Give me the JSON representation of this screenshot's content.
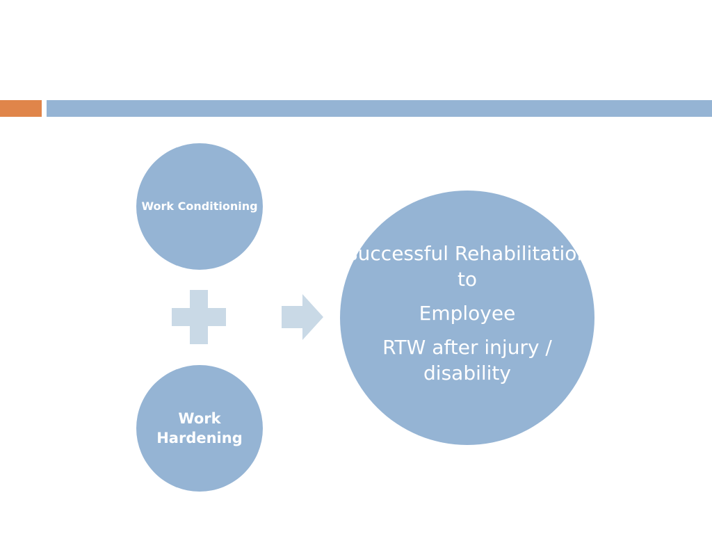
{
  "colors": {
    "accent_bar": "#E0854A",
    "header_bar": "#95B4D4",
    "circle_fill": "#95B4D4",
    "connector_fill": "#C9D9E6",
    "text": "#FFFFFF",
    "background": "#FFFFFF"
  },
  "nodes": {
    "work_conditioning": "Work Conditioning",
    "work_hardening": {
      "line1": "Work",
      "line2": "Hardening"
    },
    "outcome": {
      "line1": "Successful Rehabilitation",
      "line2": "to",
      "line3": "Employee",
      "line4": "RTW after injury /",
      "line5": "disability"
    }
  },
  "connectors": {
    "combine": "plus-icon",
    "result": "arrow-right-icon"
  }
}
